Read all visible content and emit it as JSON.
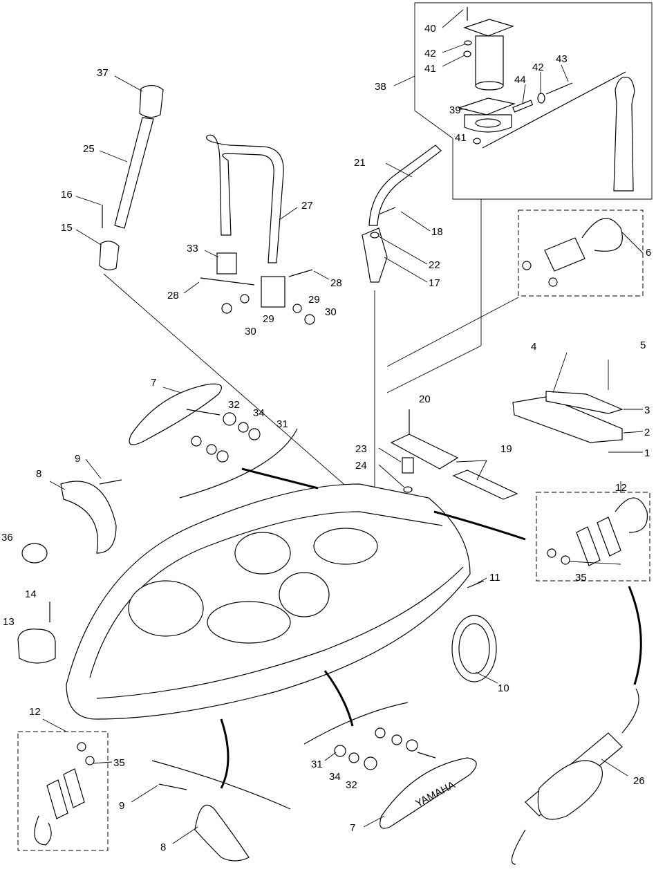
{
  "callouts": [
    {
      "id": "c40",
      "text": "40"
    },
    {
      "id": "c42a",
      "text": "42"
    },
    {
      "id": "c41a",
      "text": "41"
    },
    {
      "id": "c38",
      "text": "38"
    },
    {
      "id": "c39",
      "text": "39"
    },
    {
      "id": "c41b",
      "text": "41"
    },
    {
      "id": "c44",
      "text": "44"
    },
    {
      "id": "c42b",
      "text": "42"
    },
    {
      "id": "c43",
      "text": "43"
    },
    {
      "id": "c37",
      "text": "37"
    },
    {
      "id": "c25",
      "text": "25"
    },
    {
      "id": "c16",
      "text": "16"
    },
    {
      "id": "c15",
      "text": "15"
    },
    {
      "id": "c27",
      "text": "27"
    },
    {
      "id": "c33",
      "text": "33"
    },
    {
      "id": "c28a",
      "text": "28"
    },
    {
      "id": "c28b",
      "text": "28"
    },
    {
      "id": "c29a",
      "text": "29"
    },
    {
      "id": "c29b",
      "text": "29"
    },
    {
      "id": "c30a",
      "text": "30"
    },
    {
      "id": "c30b",
      "text": "30"
    },
    {
      "id": "c21",
      "text": "21"
    },
    {
      "id": "c18",
      "text": "18"
    },
    {
      "id": "c22",
      "text": "22"
    },
    {
      "id": "c17",
      "text": "17"
    },
    {
      "id": "c6",
      "text": "6"
    },
    {
      "id": "c4",
      "text": "4"
    },
    {
      "id": "c5",
      "text": "5"
    },
    {
      "id": "c3",
      "text": "3"
    },
    {
      "id": "c2",
      "text": "2"
    },
    {
      "id": "c1",
      "text": "1"
    },
    {
      "id": "c20",
      "text": "20"
    },
    {
      "id": "c19",
      "text": "19"
    },
    {
      "id": "c23",
      "text": "23"
    },
    {
      "id": "c24",
      "text": "24"
    },
    {
      "id": "c7a",
      "text": "7"
    },
    {
      "id": "c32a",
      "text": "32"
    },
    {
      "id": "c34a",
      "text": "34"
    },
    {
      "id": "c31a",
      "text": "31"
    },
    {
      "id": "c9a",
      "text": "9"
    },
    {
      "id": "c8a",
      "text": "8"
    },
    {
      "id": "c36",
      "text": "36"
    },
    {
      "id": "c12a",
      "text": "12"
    },
    {
      "id": "c35a",
      "text": "35"
    },
    {
      "id": "c11",
      "text": "11"
    },
    {
      "id": "c14",
      "text": "14"
    },
    {
      "id": "c13",
      "text": "13"
    },
    {
      "id": "c10",
      "text": "10"
    },
    {
      "id": "c12b",
      "text": "12"
    },
    {
      "id": "c35b",
      "text": "35"
    },
    {
      "id": "c9b",
      "text": "9"
    },
    {
      "id": "c8b",
      "text": "8"
    },
    {
      "id": "c31b",
      "text": "31"
    },
    {
      "id": "c34b",
      "text": "34"
    },
    {
      "id": "c32b",
      "text": "32"
    },
    {
      "id": "c7b",
      "text": "7"
    },
    {
      "id": "c26",
      "text": "26"
    }
  ],
  "parts": {
    "hull": "boat-hull",
    "pylon": "ski-tow-pylon",
    "grab_handle": "handle-bar",
    "tie_down": "tie-down-strap"
  },
  "brand_text": "YAMAHA",
  "colors": {
    "ink": "#000000",
    "paper": "#ffffff"
  }
}
